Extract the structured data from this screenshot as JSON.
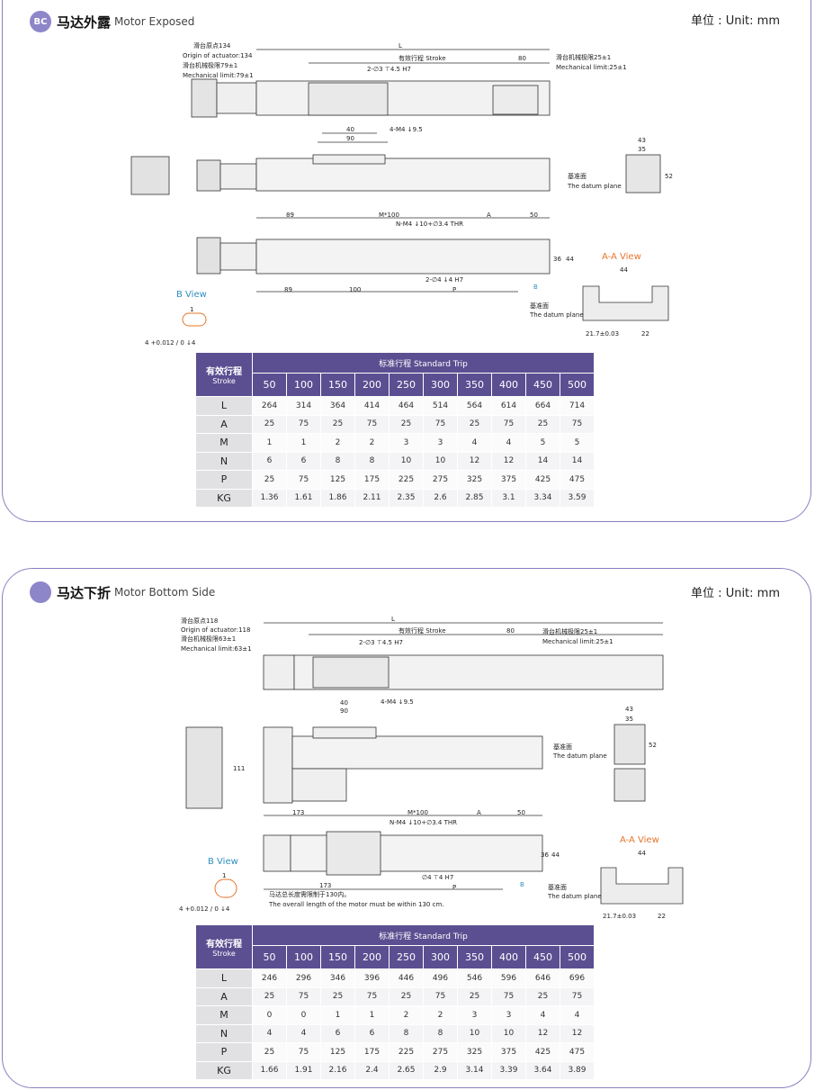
{
  "sections": [
    {
      "badge": "BC",
      "title_cn": "马达外露",
      "title_en": "Motor Exposed",
      "unit": "单位 : Unit: mm",
      "labels": {
        "origin_cn": "滑台原点134",
        "origin_en": "Origin of actuator:134",
        "mech_cn": "滑台机械极限79±1",
        "mech_en": "Mechanical limit:79±1",
        "L": "L",
        "stroke": "有效行程 Stroke",
        "d80": "80",
        "mech_r_cn": "滑台机械极限25±1",
        "mech_r_en": "Mechanical limit:25±1",
        "hole1": "2-∅3 ⊤4.5 H7",
        "d40": "40",
        "d90": "90",
        "m4": "4-M4 ↓9.5",
        "d43": "43",
        "d35": "35",
        "d52": "52",
        "datum_cn": "基准面",
        "datum_en": "The datum plane",
        "d89a": "89",
        "m100": "M*100",
        "A": "A",
        "d50": "50",
        "nm4": "N-M4 ↓10+∅3.4 THR",
        "d36": "36",
        "d44v": "44",
        "d89b": "89",
        "d100": "100",
        "hole2": "2-∅4 ↓4 H7",
        "P": "P",
        "B": "B",
        "bview": "B View",
        "tol": "4 +0.012 / 0 ↓4",
        "d1": "1",
        "aaview": "A-A View",
        "d44": "44",
        "d217": "21.7±0.03",
        "d22": "22",
        "datum2_cn": "基准面",
        "datum2_en": "The datum plane"
      },
      "table": {
        "title_cn": "有效行程",
        "title_en": "Stroke",
        "top": "标准行程 Standard Trip",
        "strokes": [
          "50",
          "100",
          "150",
          "200",
          "250",
          "300",
          "350",
          "400",
          "450",
          "500"
        ],
        "rows": [
          {
            "name": "L",
            "values": [
              "264",
              "314",
              "364",
              "414",
              "464",
              "514",
              "564",
              "614",
              "664",
              "714"
            ]
          },
          {
            "name": "A",
            "values": [
              "25",
              "75",
              "25",
              "75",
              "25",
              "75",
              "25",
              "75",
              "25",
              "75"
            ]
          },
          {
            "name": "M",
            "values": [
              "1",
              "1",
              "2",
              "2",
              "3",
              "3",
              "4",
              "4",
              "5",
              "5"
            ]
          },
          {
            "name": "N",
            "values": [
              "6",
              "6",
              "8",
              "8",
              "10",
              "10",
              "12",
              "12",
              "14",
              "14"
            ]
          },
          {
            "name": "P",
            "values": [
              "25",
              "75",
              "125",
              "175",
              "225",
              "275",
              "325",
              "375",
              "425",
              "475"
            ]
          },
          {
            "name": "KG",
            "values": [
              "1.36",
              "1.61",
              "1.86",
              "2.11",
              "2.35",
              "2.6",
              "2.85",
              "3.1",
              "3.34",
              "3.59"
            ]
          }
        ]
      }
    },
    {
      "badge": "",
      "title_cn": "马达下折",
      "title_en": "Motor Bottom Side",
      "unit": "单位 : Unit: mm",
      "labels": {
        "origin_cn": "滑台原点118",
        "origin_en": "Origin of actuator:118",
        "mech_cn": "滑台机械极限63±1",
        "mech_en": "Mechanical limit:63±1",
        "L": "L",
        "stroke": "有效行程 Stroke",
        "d80": "80",
        "mech_r_cn": "滑台机械极限25±1",
        "mech_r_en": "Mechanical limit:25±1",
        "hole1": "2-∅3 ⊤4.5 H7",
        "d40": "40",
        "d90": "90",
        "m4": "4-M4 ↓9.5",
        "d43": "43",
        "d35": "35",
        "d52": "52",
        "d111": "111",
        "datum_cn": "基准面",
        "datum_en": "The datum plane",
        "d173a": "173",
        "m100": "M*100",
        "A": "A",
        "d50": "50",
        "nm4": "N-M4 ↓10+∅3.4 THR",
        "d36": "36",
        "d44v": "44",
        "d173b": "173",
        "hole2": "∅4 ⊤4 H7",
        "P": "P",
        "B": "B",
        "note_cn": "马达总长度需限制于130内。",
        "note_en": "The overall length of the motor must be within 130 cm.",
        "bview": "B View",
        "tol": "4 +0.012 / 0 ↓4",
        "d1": "1",
        "aaview": "A-A View",
        "d44": "44",
        "d217": "21.7±0.03",
        "d22": "22",
        "datum2_cn": "基准面",
        "datum2_en": "The datum plane"
      },
      "table": {
        "title_cn": "有效行程",
        "title_en": "Stroke",
        "top": "标准行程 Standard Trip",
        "strokes": [
          "50",
          "100",
          "150",
          "200",
          "250",
          "300",
          "350",
          "400",
          "450",
          "500"
        ],
        "rows": [
          {
            "name": "L",
            "values": [
              "246",
              "296",
              "346",
              "396",
              "446",
              "496",
              "546",
              "596",
              "646",
              "696"
            ]
          },
          {
            "name": "A",
            "values": [
              "25",
              "75",
              "25",
              "75",
              "25",
              "75",
              "25",
              "75",
              "25",
              "75"
            ]
          },
          {
            "name": "M",
            "values": [
              "0",
              "0",
              "1",
              "1",
              "2",
              "2",
              "3",
              "3",
              "4",
              "4"
            ]
          },
          {
            "name": "N",
            "values": [
              "4",
              "4",
              "6",
              "6",
              "8",
              "8",
              "10",
              "10",
              "12",
              "12"
            ]
          },
          {
            "name": "P",
            "values": [
              "25",
              "75",
              "125",
              "175",
              "225",
              "275",
              "325",
              "375",
              "425",
              "475"
            ]
          },
          {
            "name": "KG",
            "values": [
              "1.66",
              "1.91",
              "2.16",
              "2.4",
              "2.65",
              "2.9",
              "3.14",
              "3.39",
              "3.64",
              "3.89"
            ]
          }
        ]
      }
    }
  ],
  "colors": {
    "accent": "#5b4f91",
    "border": "#8a7fc0",
    "orange": "#e8742a",
    "blue": "#2d8fc0"
  }
}
